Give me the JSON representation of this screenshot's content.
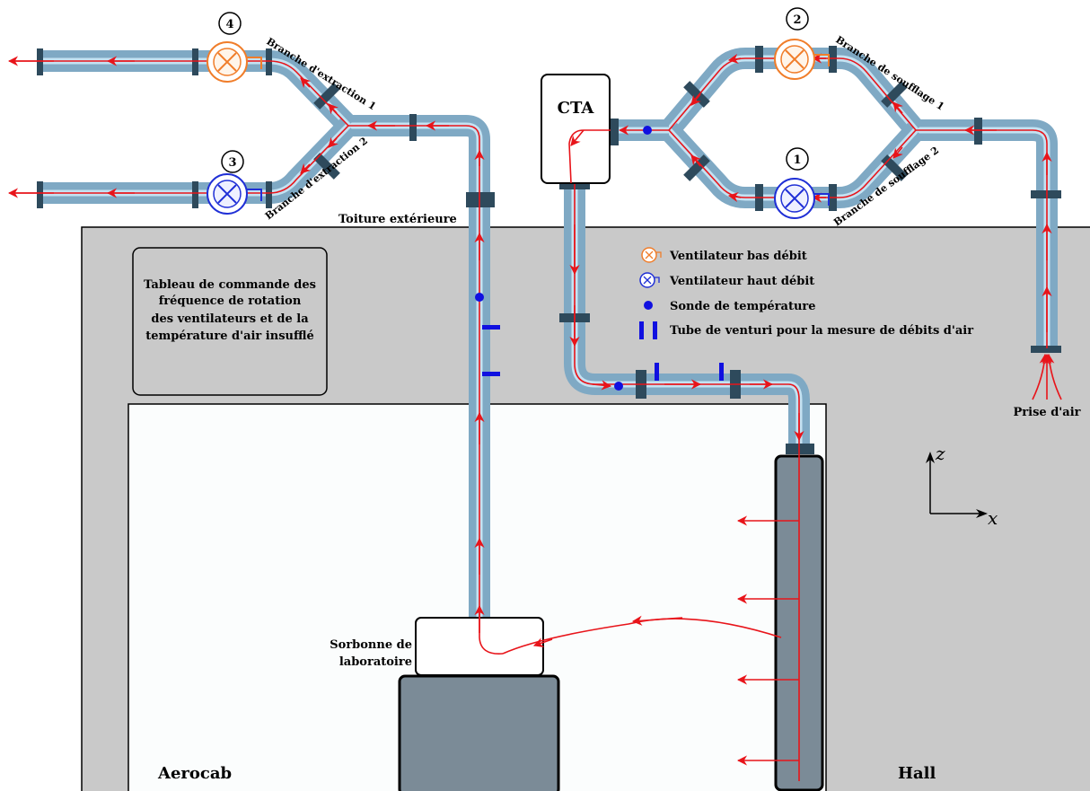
{
  "labels": {
    "fan_1": "1",
    "fan_2": "2",
    "fan_3": "3",
    "fan_4": "4",
    "cta": "CTA",
    "branche_extraction_1": "Branche d'extraction 1",
    "branche_extraction_2": "Branche d'extraction 2",
    "branche_soufflage_1": "Branche de soufflage 1",
    "branche_soufflage_2": "Branche de soufflage 2",
    "toiture": "Toiture extérieure",
    "prise_air": "Prise d'air",
    "aerocab": "Aerocab",
    "hall": "Hall",
    "sorbonne_line1": "Sorbonne de",
    "sorbonne_line2": "laboratoire",
    "axis_z": "z",
    "axis_x": "x"
  },
  "control_panel": {
    "lines": [
      "Tableau de commande des",
      "fréquence de rotation",
      "des ventilateurs et de la",
      "température d'air insufflé"
    ]
  },
  "legend": {
    "low_flow_fan": "Ventilateur bas débit",
    "high_flow_fan": "Ventilateur haut débit",
    "temp_probe": "Sonde de température",
    "venturi": "Tube de venturi pour la mesure de débits d'air"
  },
  "colors": {
    "low_flow_fan": "#f07d2a",
    "high_flow_fan": "#1f2fd6",
    "probe": "#1010e0",
    "flow_arrows": "#e8141a",
    "pipe": "#7fa9c4",
    "building": "#c8c8c8"
  }
}
